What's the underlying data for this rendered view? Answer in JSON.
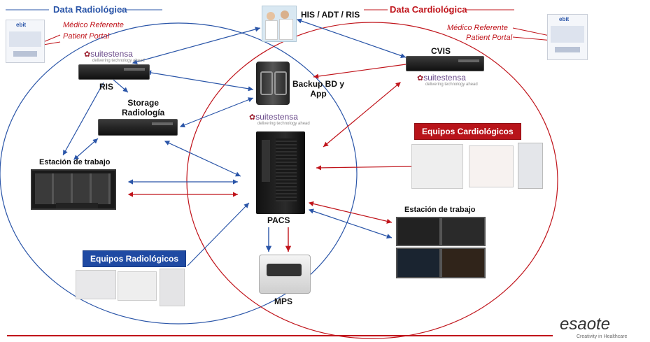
{
  "headers": {
    "data_radiologica": "Data Radiológica",
    "data_cardiologica": "Data Cardiológica"
  },
  "portals_left": {
    "medico_referente": "Médico Referente",
    "patient_portal": "Patient Portal",
    "brand": "ebit"
  },
  "portals_right": {
    "medico_referente": "Médico Referente",
    "patient_portal": "Patient Portal",
    "brand": "ebit"
  },
  "nodes": {
    "his": "HIS / ADT / RIS",
    "cvis": "CVIS",
    "ris": "RIS",
    "storage": "Storage\nRadiología",
    "backup": "Backup BD y\nApp",
    "pacs": "PACS",
    "mps": "MPS",
    "estacion_left": "Estación de trabajo",
    "estacion_right": "Estación de trabajo"
  },
  "boxes": {
    "equipos_cardiologicos": "Equipos Cardiológicos",
    "equipos_radiologicos": "Equipos Radiológicos"
  },
  "suitestensa": {
    "name": "suitestensa",
    "tagline": "delivering technology ahead"
  },
  "footer": {
    "brand": "esaote",
    "tagline": "Creativity in Healthcare"
  },
  "colors": {
    "blue": "#2a55a8",
    "red": "#c0141b",
    "box_blue": "#1f4aa3",
    "box_red": "#b8141a"
  }
}
